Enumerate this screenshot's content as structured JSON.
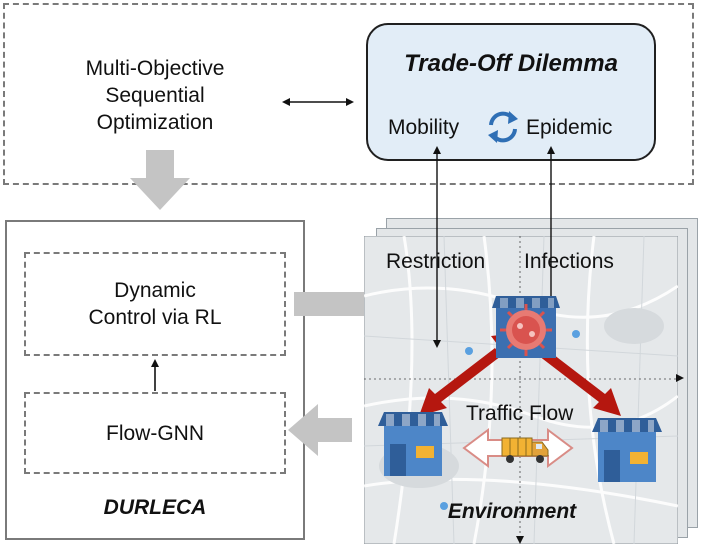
{
  "top_panel": {
    "moso_label": "Multi-Objective\nSequential\nOptimization",
    "dilemma": {
      "title": "Trade-Off Dilemma",
      "left_term": "Mobility",
      "right_term": "Epidemic"
    }
  },
  "framework": {
    "name": "DURLECA",
    "modules": {
      "control": "Dynamic\nControl via RL",
      "gnn": "Flow-GNN"
    }
  },
  "environment": {
    "name": "Environment",
    "restriction_label": "Restriction",
    "infections_label": "Infections",
    "traffic_label": "Traffic Flow"
  },
  "colors": {
    "dilemma_bg": "#e2edf7",
    "big_arrow": "#c4c4c4",
    "red_arrow": "#b5170f",
    "store_blue": "#2f5e99",
    "virus_red": "#d9534f"
  },
  "icons": [
    "cycle-arrows-icon",
    "virus-store-icon",
    "store-icon",
    "truck-icon"
  ]
}
